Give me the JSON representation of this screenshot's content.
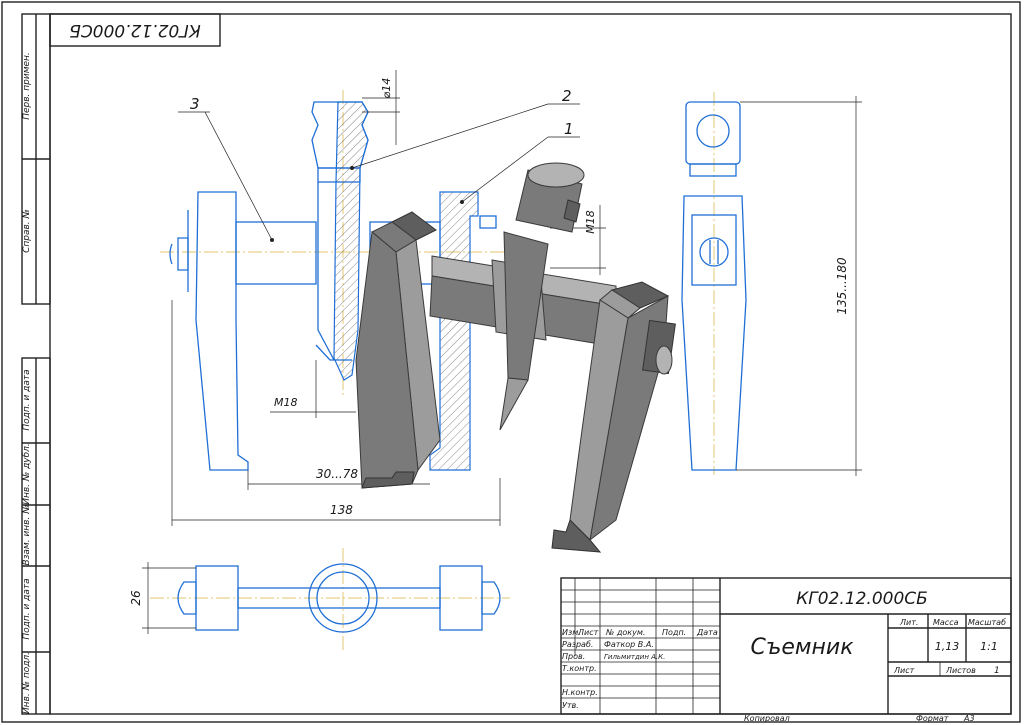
{
  "drawing": {
    "designation": "КГ02.12.000СБ",
    "designation_rotated": "КГ02.12.000СБ",
    "part_name": "Съемник",
    "mass": "1,13",
    "scale": "1:1",
    "sheet_label": "Лист",
    "sheets_label": "Листов",
    "sheets_count": "1",
    "copied_label": "Копировал",
    "format_label": "Формат",
    "format_value": "A3"
  },
  "side_stamp": {
    "perv_primen": "Перв. примен.",
    "sprav_no": "Справ. №",
    "podp_i_data_1": "Подп. и дата",
    "inv_no_dubl": "Инв. № дубл.",
    "vzam_inv_no": "Взам. инв. №",
    "podp_i_data_2": "Подп. и дата",
    "inv_no_podl": "Инв. № подл."
  },
  "title_block": {
    "col_izm": "Изм.",
    "col_list": "Лист",
    "col_doc": "№ докум.",
    "col_podp": "Подп.",
    "col_data": "Дата",
    "razrab_label": "Разраб.",
    "razrab_name": "Фаткор В.А.",
    "prov_label": "Пров.",
    "prov_name": "Гильмитдин А.К.",
    "tkontr_label": "Т.контр.",
    "nkontr_label": "Н.контр.",
    "utv_label": "Утв.",
    "lit_label": "Лит.",
    "massa_label": "Масса",
    "masshtab_label": "Масштаб"
  },
  "dimensions": {
    "d14": "⌀14",
    "m18_top": "М18",
    "m18_left": "М18",
    "range_30_78": "30...78",
    "len_138": "138",
    "range_135_180": "135...180",
    "width_26": "26"
  },
  "callouts": {
    "item3": "3",
    "item2": "2",
    "item1": "1"
  },
  "colors": {
    "line_blue": "#1f6fd6",
    "axis_yellow": "#d9b43a",
    "frame": "#222222",
    "model_gray": "#7a7a7a"
  }
}
